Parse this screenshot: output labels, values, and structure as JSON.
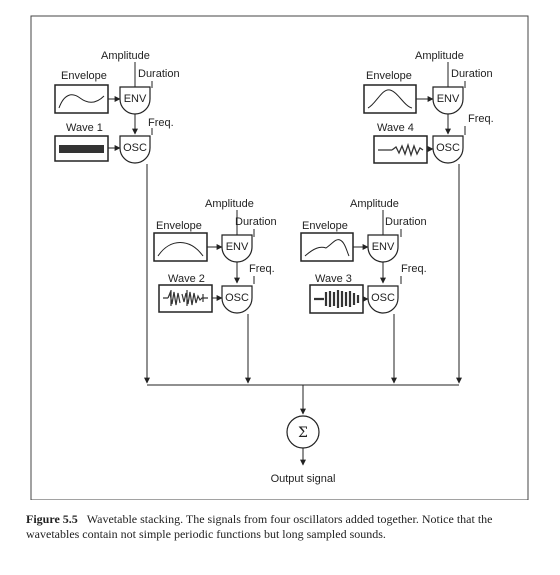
{
  "osc_units": [
    {
      "envelope_label": "Envelope",
      "amplitude_label": "Amplitude",
      "duration_label": "Duration",
      "env_label": "ENV",
      "freq_label": "Freq.",
      "wave_label": "Wave 1",
      "osc_label": "OSC"
    },
    {
      "envelope_label": "Envelope",
      "amplitude_label": "Amplitude",
      "duration_label": "Duration",
      "env_label": "ENV",
      "freq_label": "Freq.",
      "wave_label": "Wave 4",
      "osc_label": "OSC"
    },
    {
      "envelope_label": "Envelope",
      "amplitude_label": "Amplitude",
      "duration_label": "Duration",
      "env_label": "ENV",
      "freq_label": "Freq.",
      "wave_label": "Wave 2",
      "osc_label": "OSC"
    },
    {
      "envelope_label": "Envelope",
      "amplitude_label": "Amplitude",
      "duration_label": "Duration",
      "env_label": "ENV",
      "freq_label": "Freq.",
      "wave_label": "Wave 3",
      "osc_label": "OSC"
    }
  ],
  "mixer": {
    "symbol": "Σ",
    "output_label": "Output signal"
  },
  "caption": {
    "figure_number": "Figure 5.5",
    "text": "Wavetable stacking. The signals from four oscillators added together. Notice that the wavetables contain not simple periodic functions but long sampled sounds."
  }
}
